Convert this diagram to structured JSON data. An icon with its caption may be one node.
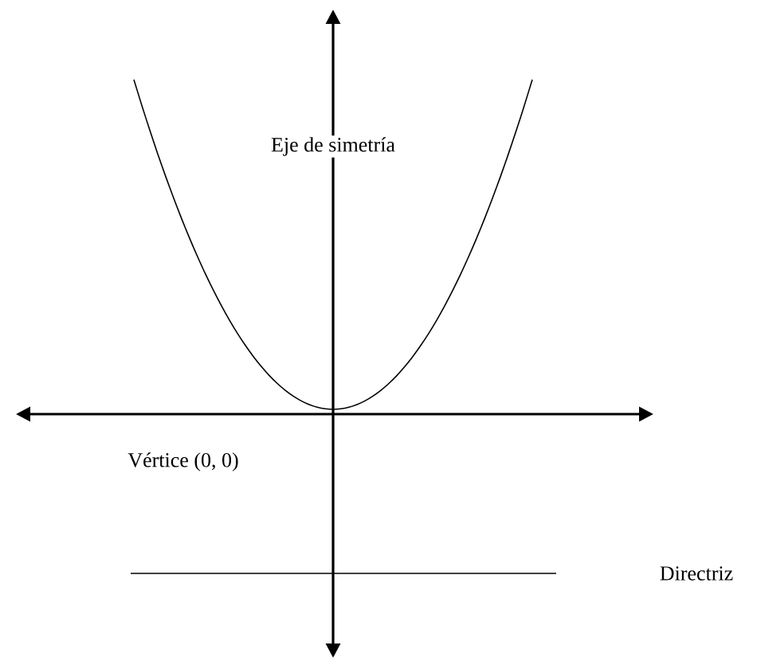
{
  "diagram": {
    "labels": [
      "Eje de simetría",
      "Vértice (0, 0)",
      "Directriz"
    ]
  }
}
